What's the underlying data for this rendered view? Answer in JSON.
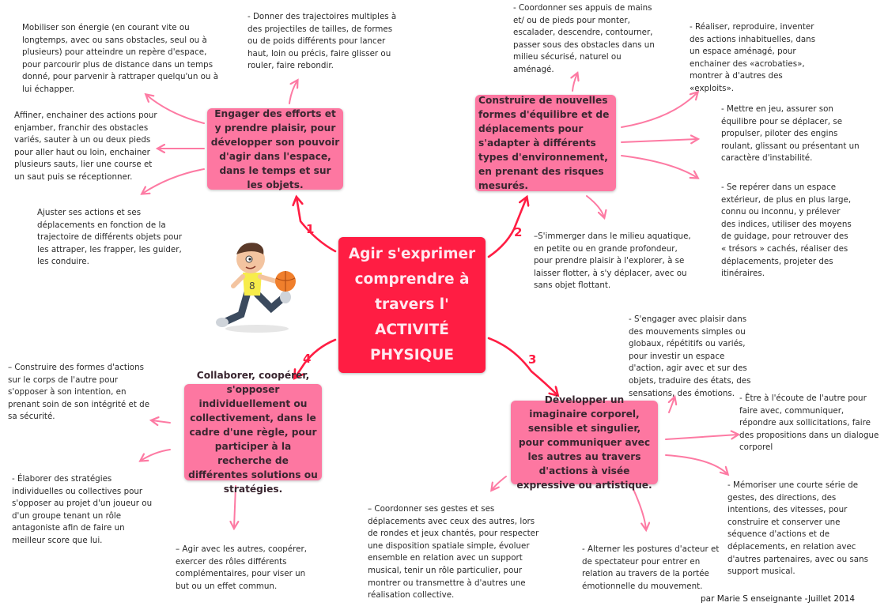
{
  "center": {
    "title": "Agir s'exprimer comprendre à travers l' ACTIVITÉ PHYSIQUE"
  },
  "colors": {
    "center": "#ff1d43",
    "node": "#fd77a1",
    "arrow": "#fd7aa3"
  },
  "branches": [
    {
      "number": "1",
      "title": "Engager des efforts et y prendre plaisir, pour développer son pouvoir d'agir dans l'espace, dans le temps et sur les objets.",
      "items": [
        "Mobiliser son énergie (en courant vite ou longtemps, avec ou sans obstacles, seul ou à plusieurs) pour atteindre un repère d'espace, pour parcourir plus de distance dans un temps donné, pour parvenir à rattraper quelqu'un ou à lui échapper.",
        "- Donner des trajectoires multiples à des projectiles de tailles, de formes ou de poids différents pour lancer haut, loin ou précis, faire glisser ou rouler, faire rebondir.",
        "Affiner, enchainer des actions pour enjamber, franchir des obstacles variés, sauter à un ou deux pieds pour aller haut ou loin, enchainer plusieurs sauts, lier une course et un saut puis se réceptionner.",
        "Ajuster ses actions et ses déplacements en fonction de la trajectoire de différents objets pour les attraper, les frapper, les guider, les conduire."
      ]
    },
    {
      "number": "2",
      "title": "Construire de nouvelles formes d'équilibre et de déplacements pour s'adapter à différents types d'environnement, en prenant des risques mesurés.",
      "items": [
        "- Coordonner ses appuis de mains et/ ou de pieds pour monter, escalader, descendre, contourner, passer sous des obstacles dans un milieu sécurisé, naturel ou aménagé.",
        "- Réaliser, reproduire, inventer des actions inhabituelles, dans un espace aménagé, pour enchainer des «acrobaties», montrer à d'autres des «exploits».",
        "- Mettre en jeu, assurer son équilibre pour se déplacer, se propulser, piloter des engins roulant, glissant ou présentant un caractère d'instabilité.",
        "- Se repérer dans un espace extérieur, de plus en plus large, connu ou inconnu, y prélever des indices, utiliser des moyens de guidage, pour retrouver des « trésors » cachés, réaliser des déplacements, projeter des itinéraires.",
        "–S'immerger dans le milieu aquatique, en petite ou en grande profondeur, pour prendre plaisir à l'explorer, à se laisser flotter, à s'y déplacer, avec ou sans objet flottant."
      ]
    },
    {
      "number": "3",
      "title": "Développer un imaginaire corporel, sensible et singulier, pour communiquer avec les autres au travers d'actions à visée expressive ou artistique.",
      "items": [
        "- S'engager avec plaisir dans des mouvements simples ou globaux, répétitifs ou variés, pour investir un espace d'action, agir avec et sur des objets, traduire des états, des sensations, des émotions.",
        "- Être à l'écoute de l'autre pour faire avec, communiquer, répondre aux sollicitations, faire des propositions dans un dialogue corporel",
        "- Mémoriser une courte série de gestes, des directions, des intentions, des vitesses, pour construire et conserver une séquence d'actions et de déplacements, en relation avec d'autres partenaires, avec ou sans support musical.",
        "- Alterner les postures d'acteur et de spectateur pour entrer en relation au travers de la portée émotionnelle du mouvement.",
        "– Coordonner ses gestes et ses déplacements avec ceux des autres, lors de rondes et jeux chantés, pour respecter une disposition spatiale simple, évoluer ensemble en relation avec un support musical, tenir un rôle particulier, pour montrer ou transmettre à d'autres une réalisation collective."
      ]
    },
    {
      "number": "4",
      "title": "Collaborer, coopérer, s'opposer individuellement ou collectivement, dans le cadre d'une règle, pour participer à la recherche de différentes solutions ou stratégies.",
      "items": [
        "– Construire des formes d'actions sur le corps de l'autre pour s'opposer à son intention, en prenant soin de son intégrité et de sa sécurité.",
        "- Élaborer des stratégies individuelles ou collectives pour s'opposer au projet d'un joueur ou d'un groupe tenant un rôle antagoniste afin de faire un meilleur score que lui.",
        "– Agir avec les autres, coopérer, exercer des rôles différents complémentaires, pour viser un but ou un effet commun."
      ]
    }
  ],
  "footer": "par Marie S enseignante -Juillet 2014"
}
